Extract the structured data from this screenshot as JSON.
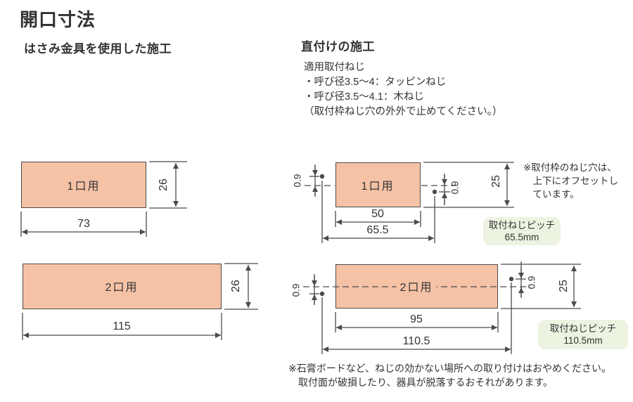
{
  "colors": {
    "rect_fill": "#f5c2a6",
    "line": "#4a4a4a",
    "text": "#333333",
    "callout_bg": "#edf3e1"
  },
  "title": "開口寸法",
  "clamp": {
    "heading": "はさみ金具を使用した施工",
    "one": {
      "label": "1口用",
      "width": "73",
      "height": "26"
    },
    "two": {
      "label": "2口用",
      "width": "115",
      "height": "26"
    }
  },
  "direct": {
    "heading": "直付けの施工",
    "screw_spec": {
      "title": "適用取付ねじ",
      "item1": "・呼び径3.5～4：タッピンねじ",
      "item2": "・呼び径3.5～4.1：木ねじ",
      "note": "（取付枠ねじ穴の外外で止めてください。）"
    },
    "offset_note": {
      "line1": "※取付枠のねじ穴は、",
      "line2": "上下にオフセットし",
      "line3": "ています。"
    },
    "one": {
      "label": "1口用",
      "inner_width": "50",
      "outer_width": "65.5",
      "height": "25",
      "offset_left": "0.9",
      "offset_right": "0.9",
      "pitch_title": "取付ねじピッチ",
      "pitch_value": "65.5mm"
    },
    "two": {
      "label": "2口用",
      "inner_width": "95",
      "outer_width": "110.5",
      "height": "25",
      "offset_left": "0.9",
      "offset_right": "0.9",
      "pitch_title": "取付ねじピッチ",
      "pitch_value": "110.5mm"
    }
  },
  "warning": {
    "line1": "※石膏ボードなど、ねじの効かない場所への取り付けはおやめください。",
    "line2": "取付面が破損したり、器具が脱落するおそれがあります。"
  }
}
